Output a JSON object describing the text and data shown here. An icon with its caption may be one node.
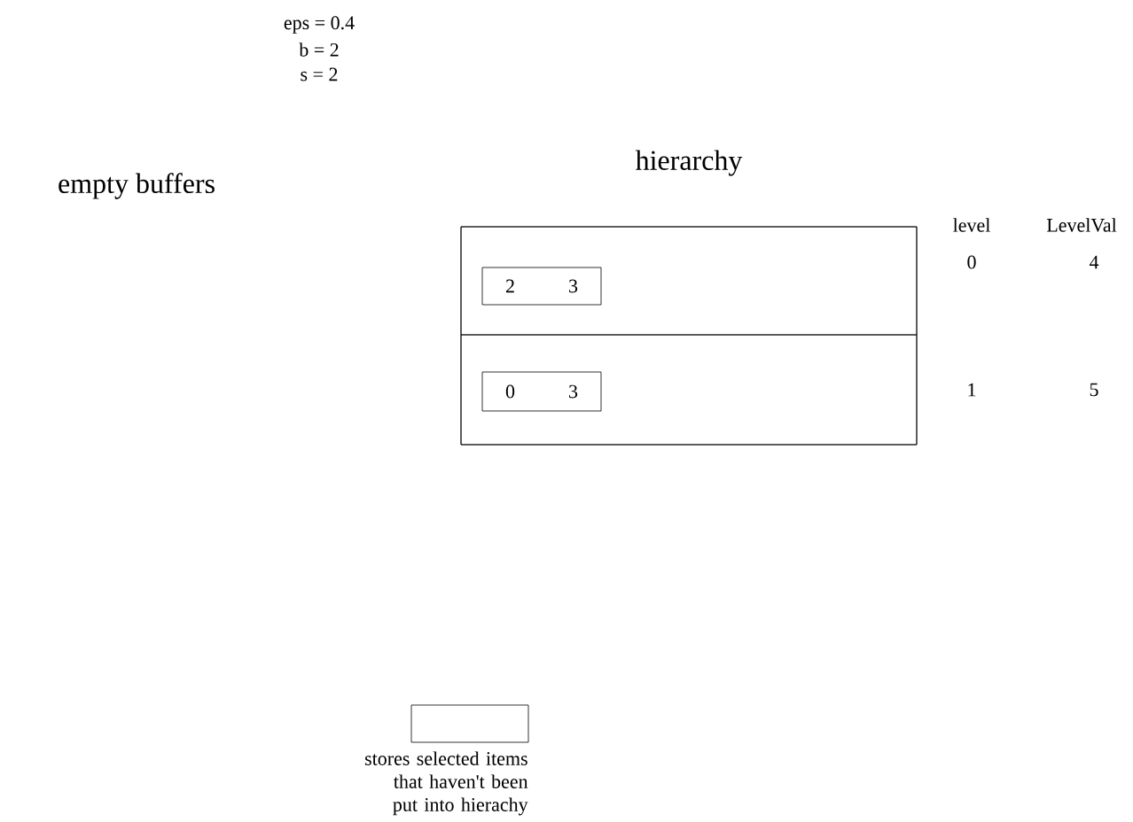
{
  "diagram": {
    "nodes": [
      {
        "text": [
          "hierarchy"
        ]
      },
      {
        "text": [],
        "shape": "box",
        "in": 0
      },
      {
        "text": [],
        "shape": "box",
        "in": 0
      },
      {
        "text": [
          "2",
          "3"
        ],
        "in": 1
      },
      {
        "text": [
          "0",
          "3"
        ],
        "in": 2
      },
      {
        "text": [],
        "shape": "box",
        "beside": [
          "stores selected items that haven't been put into hierachy"
        ]
      }
    ],
    "labels": [
      "eps = 0.4",
      "b = 2",
      "s = 2",
      "empty  buffers",
      "level",
      "LevelVal",
      "0",
      "4",
      "1",
      "5"
    ]
  }
}
